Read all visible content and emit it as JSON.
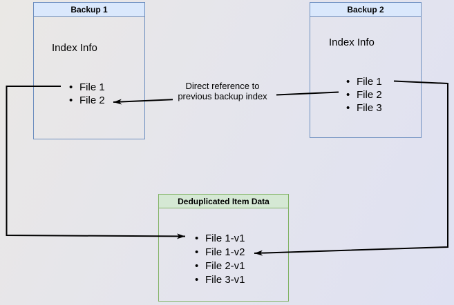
{
  "diagram": {
    "title_hint": "backup deduplication diagram",
    "colors": {
      "blue_fill": "#dae8fc",
      "blue_stroke": "#6c8ebf",
      "green_fill": "#d5e8d4",
      "green_stroke": "#82b366",
      "line": "#000000",
      "background_left": "#eae8e5",
      "background_right": "#dfe1f2"
    },
    "backup1": {
      "title": "Backup 1",
      "body_label": "Index Info",
      "items": [
        "File 1",
        "File 2"
      ]
    },
    "backup2": {
      "title": "Backup 2",
      "body_label": "Index Info",
      "items": [
        "File 1",
        "File 2",
        "File 3"
      ]
    },
    "dedup": {
      "title": "Deduplicated Item Data",
      "items": [
        "File 1-v1",
        "File 1-v2",
        "File 2-v1",
        "File 3-v1"
      ]
    },
    "annotations": {
      "direct_reference_label": "Direct reference to previous backup index"
    }
  }
}
